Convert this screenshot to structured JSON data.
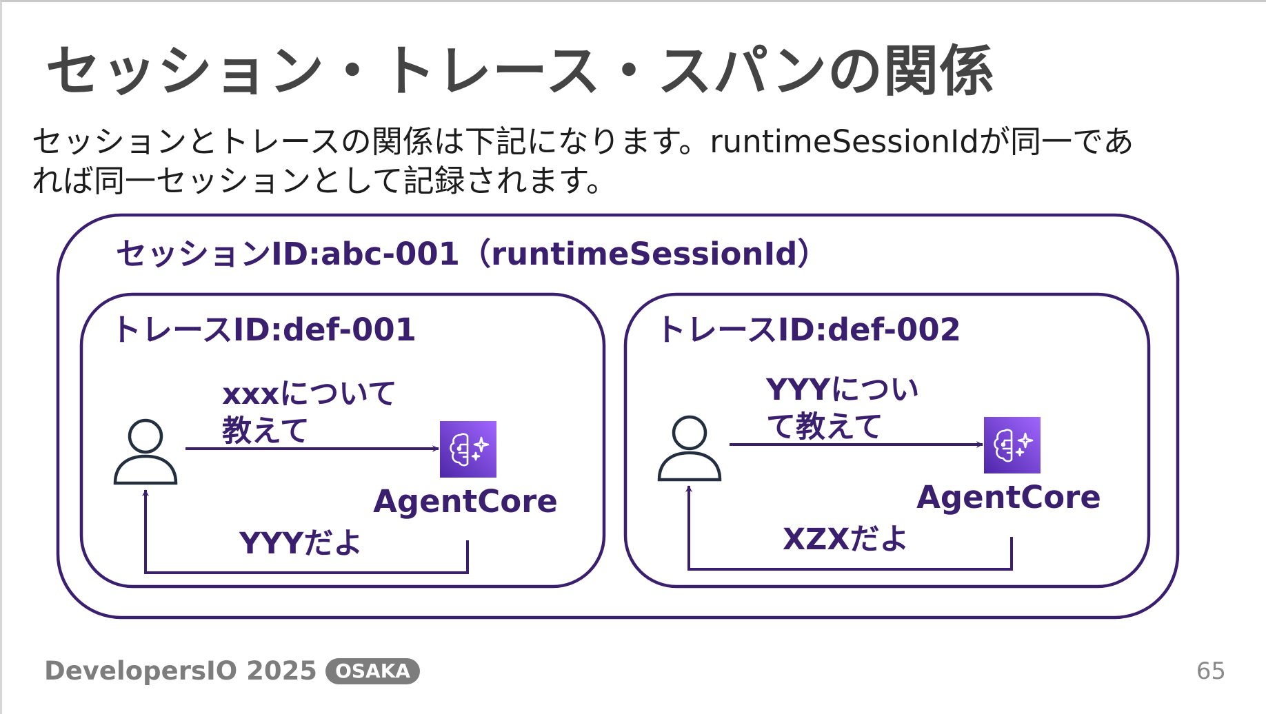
{
  "slide": {
    "title": "セッション・トレース・スパンの関係",
    "description_lines": [
      "セッションとトレースの関係は下記になります。runtimeSessionIdが同一であ",
      "れば同一セッションとして記録されます。"
    ],
    "page_number": "65"
  },
  "diagram": {
    "session_label": "セッションID:abc-001（runtimeSessionId）",
    "traces": [
      {
        "label": "トレースID:def-001",
        "request_lines": [
          "xxxについて",
          "教えて"
        ],
        "service_label": "AgentCore",
        "response_label": "YYYだよ"
      },
      {
        "label": "トレースID:def-002",
        "request_lines": [
          "YYYについ",
          "て教えて"
        ],
        "service_label": "AgentCore",
        "response_label": "XZXだよ"
      }
    ]
  },
  "footer": {
    "brand": "DevelopersIO 2025",
    "badge": "OSAKA"
  },
  "colors": {
    "accent": "#3a1f6e",
    "icon_gradient_start": "#4d27a8",
    "icon_gradient_end": "#a166ff",
    "user_icon": "#232f3e",
    "title": "#444444",
    "footer": "#7d7d7d"
  },
  "icons": {
    "user": "user-icon",
    "agentcore": "agentcore-icon"
  }
}
